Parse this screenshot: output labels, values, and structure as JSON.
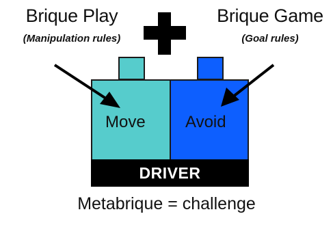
{
  "left_source": {
    "title": "Brique Play",
    "subtitle": "(Manipulation rules)"
  },
  "right_source": {
    "title": "Brique Game",
    "subtitle": "(Goal rules)"
  },
  "brick": {
    "left_label": "Move",
    "right_label": "Avoid",
    "base_label": "DRIVER",
    "left_color": "#56CCCC",
    "right_color": "#0D5FFF"
  },
  "caption": "Metabrique = challenge"
}
